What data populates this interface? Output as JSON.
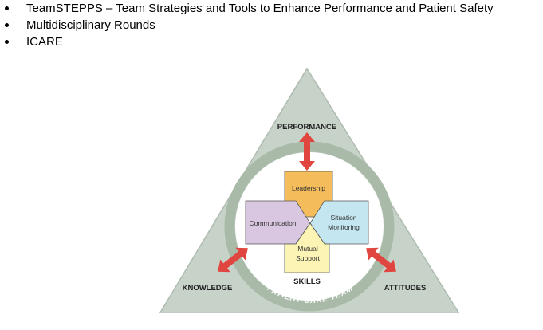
{
  "bullets": [
    {
      "text": "TeamSTEPPS – Team Strategies and Tools to Enhance Performance and Patient Safety"
    },
    {
      "text": "Multidisciplinary Rounds"
    },
    {
      "text": "ICARE"
    }
  ],
  "diagram": {
    "corners": {
      "top": "PERFORMANCE",
      "left": "KNOWLEDGE",
      "right": "ATTITUDES"
    },
    "skills_label": "SKILLS",
    "ring_label": "PATIENT CARE TEAM",
    "boxes": {
      "leadership": "Leadership",
      "communication": "Communication",
      "situation_line1": "Situation",
      "situation_line2": "Monitoring",
      "mutual_line1": "Mutual",
      "mutual_line2": "Support"
    },
    "colors": {
      "triangle_fill": "#c7d3c9",
      "triangle_stroke": "#aebbaf",
      "ring": "#a9baa9",
      "inner_circle": "#ffffff",
      "leadership": "#f5bc5c",
      "communication": "#d9c6e0",
      "situation": "#c4e6f0",
      "mutual": "#fbf4b4",
      "arrow": "#e0453f"
    }
  }
}
